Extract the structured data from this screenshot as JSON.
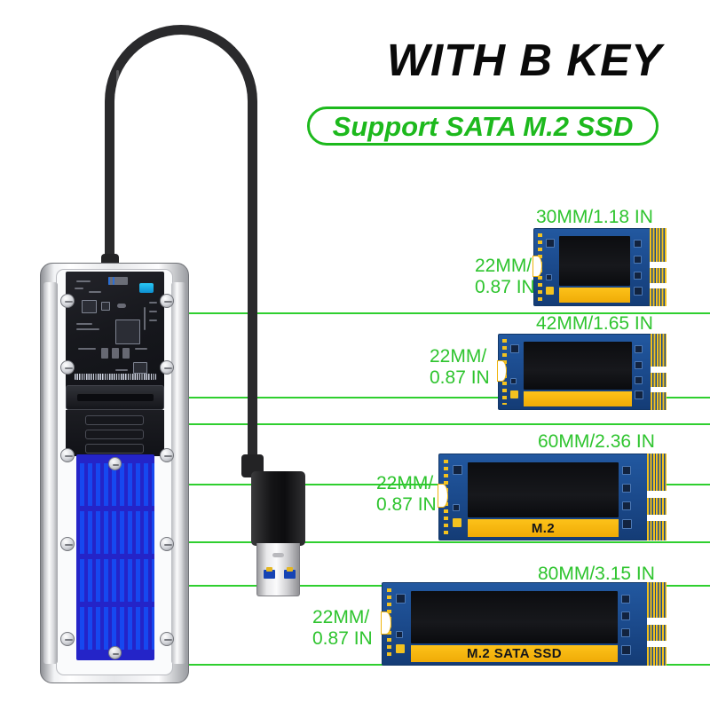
{
  "headline": {
    "title": "WITH B KEY",
    "subtitle": "Support SATA M.2 SSD",
    "accent_green": "#2ec42e",
    "title_color": "#0a0a0a"
  },
  "enclosure": {
    "name": "M.2 SATA SSD enclosure",
    "case_color": "#e6e7ea",
    "heatsink_color": "#2424c8",
    "heatsink_fin_color": "#1648f0",
    "pcb_color": "#17181d",
    "led_color": "#28c8f4",
    "cable_color": "#2a2a2c",
    "usb_connector": "USB 3.0 Type-A",
    "usb_pin_color": "#1543b4"
  },
  "ssd_modules": [
    {
      "id": "ssd-2230",
      "length_label": "30MM/1.18 IN",
      "width_label": "22MM/\n0.87 IN",
      "width_line1": "22MM/",
      "width_line2": "0.87 IN",
      "face_text": "",
      "pcb_color": "#1b4a8c",
      "label_color": "#fdc21a"
    },
    {
      "id": "ssd-2242",
      "length_label": "42MM/1.65 IN",
      "width_line1": "22MM/",
      "width_line2": "0.87 IN",
      "face_text": "",
      "pcb_color": "#1b4a8c",
      "label_color": "#fdc21a"
    },
    {
      "id": "ssd-2260",
      "length_label": "60MM/2.36 IN",
      "width_line1": "22MM/",
      "width_line2": "0.87 IN",
      "face_text": "M.2",
      "pcb_color": "#1b4a8c",
      "label_color": "#fdc21a"
    },
    {
      "id": "ssd-2280",
      "length_label": "80MM/3.15 IN",
      "width_line1": "22MM/",
      "width_line2": "0.87 IN",
      "face_text": "M.2 SATA SSD",
      "pcb_color": "#1b4a8c",
      "label_color": "#fdc21a"
    }
  ]
}
